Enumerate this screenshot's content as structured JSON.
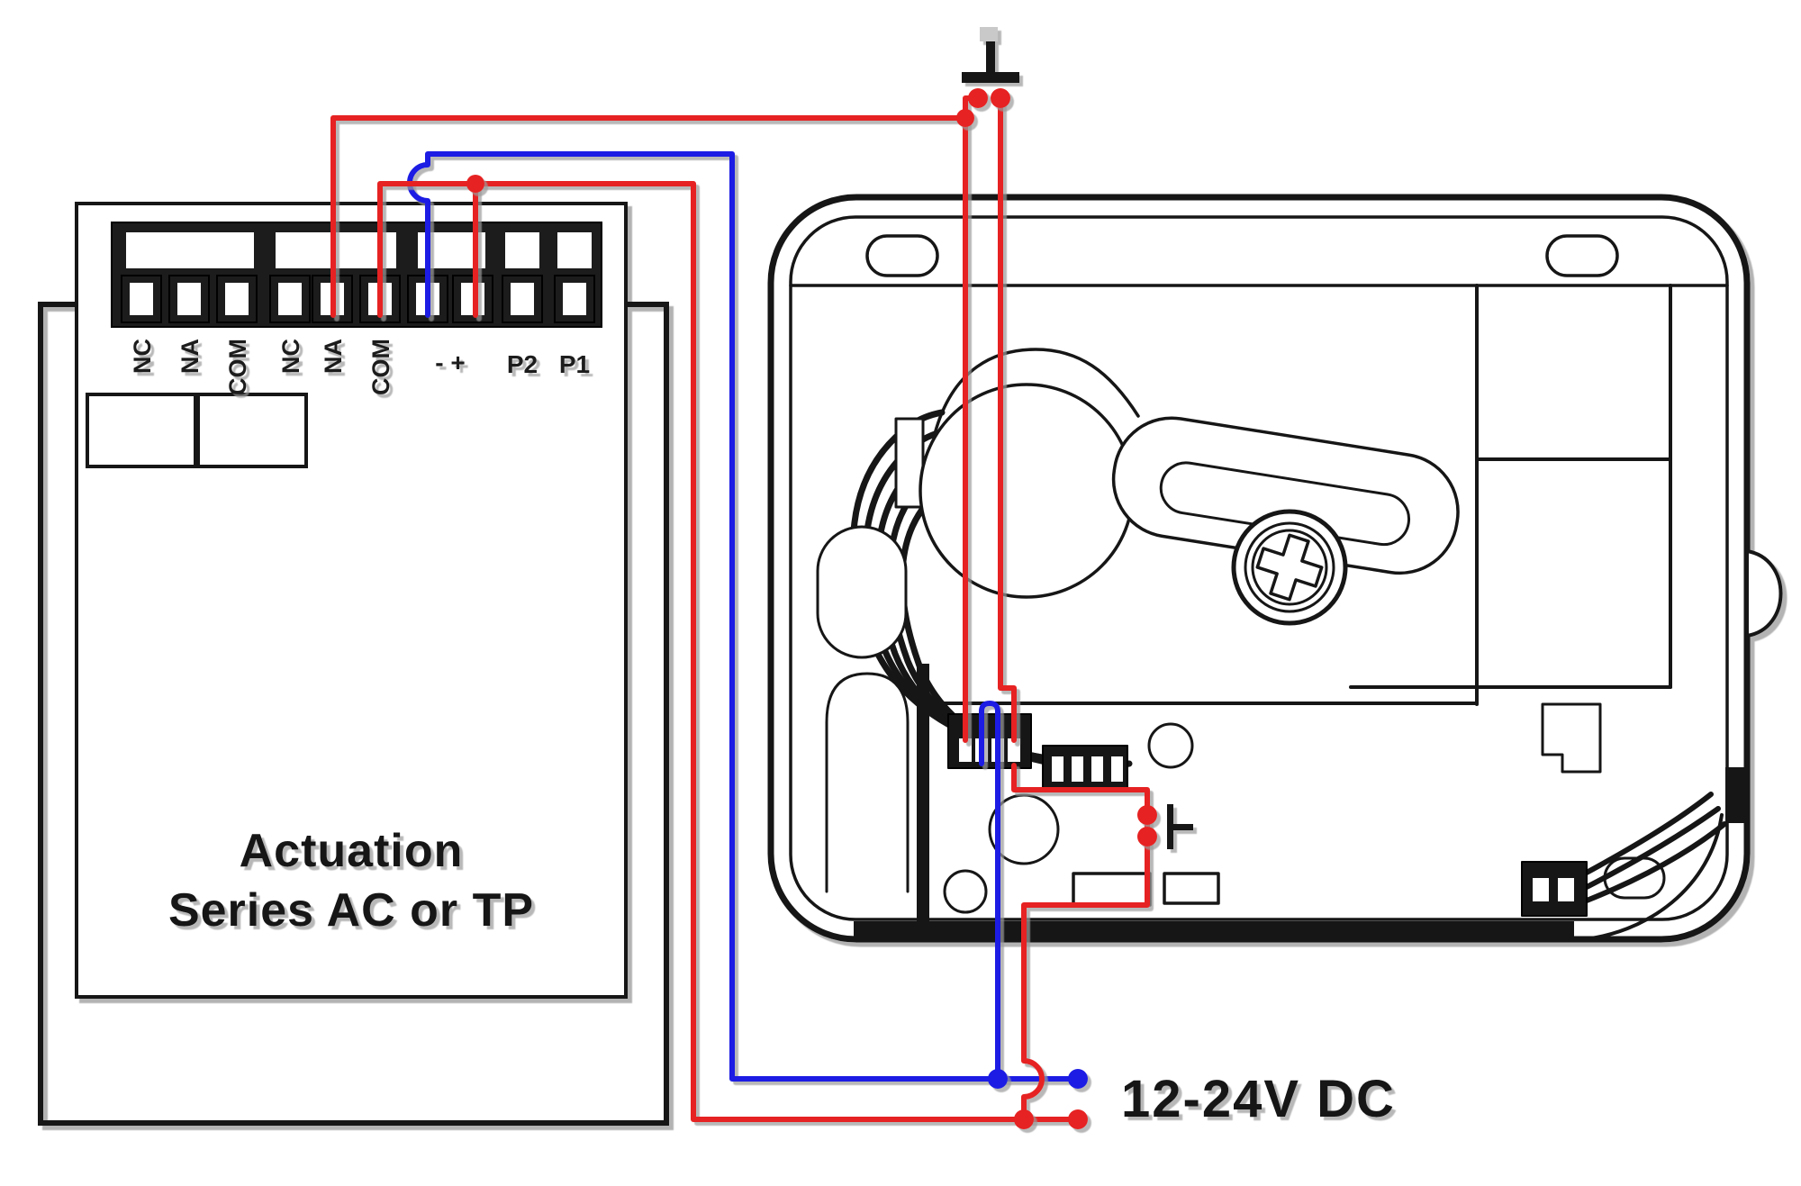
{
  "left_device": {
    "title_line1": "Actuation",
    "title_line2": "Series AC or TP",
    "terminal_labels": [
      "NC",
      "NA",
      "COM",
      "NC",
      "NA",
      "COM",
      "- +",
      "P2",
      "P1"
    ]
  },
  "power": {
    "label": "12-24V DC"
  },
  "icons": {
    "top_ground": "earth-ground-icon",
    "mid_ground": "earth-ground-icon-rotated"
  },
  "colors": {
    "wire_positive_red": "#e62320",
    "wire_negative_blue": "#1b1be4",
    "line_ink": "#161616",
    "shadow": "#8a8a8a"
  }
}
